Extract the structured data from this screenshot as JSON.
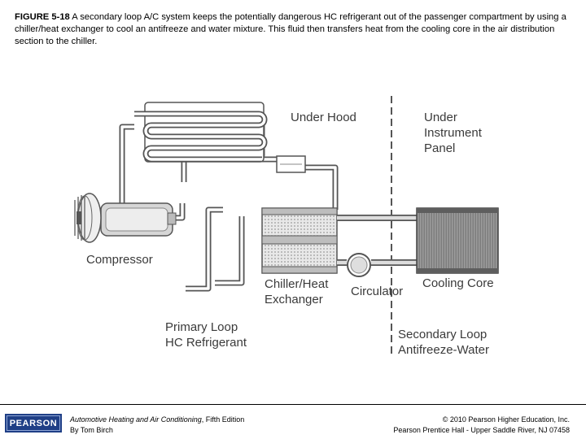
{
  "caption": {
    "figure_number": "FIGURE 5-18",
    "text": " A secondary loop A/C system keeps the potentially dangerous HC refrigerant out of the passenger compartment by using a chiller/heat exchanger to cool an antifreeze and water mixture. This fluid then transfers heat from the cooling core in the air distribution section to the chiller."
  },
  "diagram": {
    "labels": {
      "under_hood": "Under Hood",
      "under_instrument_panel": [
        "Under",
        "Instrument",
        "Panel"
      ],
      "compressor": "Compressor",
      "chiller_heat_exchanger": [
        "Chiller/Heat",
        "Exchanger"
      ],
      "circulator": "Circulator",
      "cooling_core": "Cooling Core",
      "primary_loop": [
        "Primary Loop",
        "HC Refrigerant"
      ],
      "secondary_loop": [
        "Secondary Loop",
        "Antifreeze-Water"
      ]
    },
    "colors": {
      "line": "#555555",
      "tube": "#ffffff",
      "fill": "#e3e3e3",
      "core": "#8a8a8a"
    }
  },
  "footer": {
    "logo_text": "PEARSON",
    "book_title": "Automotive Heating and Air Conditioning",
    "book_edition": ", Fifth Edition",
    "author": "By Tom Birch",
    "copyright": "© 2010 Pearson Higher Education, Inc.",
    "publisher": "Pearson Prentice Hall - Upper Saddle River, NJ 07458"
  }
}
